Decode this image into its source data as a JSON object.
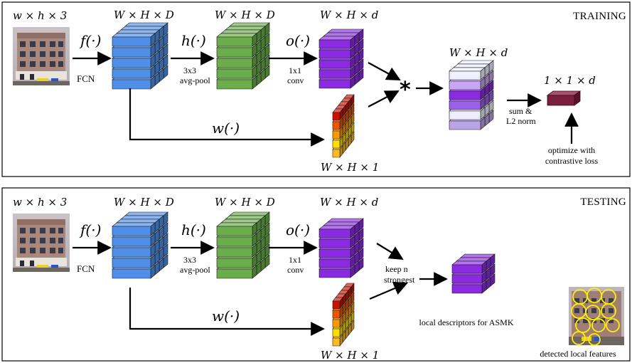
{
  "training": {
    "heading": "TRAINING",
    "input_dim": "w × h × 3",
    "f": "f(·)",
    "fcn": "FCN",
    "feat_dim": "W × H × D",
    "h": "h(·)",
    "pool1": "3x3",
    "pool2": "avg-pool",
    "pooled_dim": "W × H × D",
    "o": "o(·)",
    "conv1": "1x1",
    "conv2": "conv",
    "proj_dim": "W × H × d",
    "w": "w(·)",
    "att_dim": "W × H × 1",
    "weighted_dim": "W × H × d",
    "agg1": "sum &",
    "agg2": "L2 norm",
    "global_dim": "1 × 1 × d",
    "loss1": "optimize with",
    "loss2": "contrastive loss",
    "star": "*"
  },
  "testing": {
    "heading": "TESTING",
    "input_dim": "w × h × 3",
    "f": "f(·)",
    "fcn": "FCN",
    "feat_dim": "W × H × D",
    "h": "h(·)",
    "pool1": "3x3",
    "pool2": "avg-pool",
    "pooled_dim": "W × H × D",
    "o": "o(·)",
    "conv1": "1x1",
    "conv2": "conv",
    "proj_dim": "W × H × d",
    "w": "w(·)",
    "att_dim": "W × H × 1",
    "keep1": "keep n",
    "keep2": "strongest",
    "asmk": "local descriptors for ASMK",
    "detected": "detected local features"
  },
  "colors": {
    "fcn_blue": "#4f8fe8",
    "pool_green": "#6aad4a",
    "conv_purple": "#8a2be2",
    "global_vec": "#7a1f3d",
    "attention": [
      "#cc1100",
      "#ee5500",
      "#ff9900",
      "#ffdd00"
    ],
    "detect_circle": "#ffee00"
  }
}
